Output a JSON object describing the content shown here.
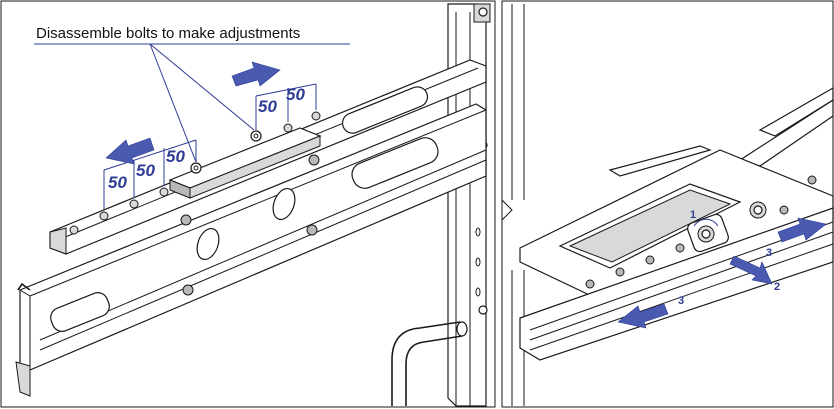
{
  "callout": {
    "text": "Disassemble bolts to make adjustments"
  },
  "dimensions": {
    "left_group": [
      "50",
      "50",
      "50"
    ],
    "right_group": [
      "50",
      "50"
    ]
  },
  "steps": {
    "rotate": "1",
    "pull": "2",
    "slide_right": "3",
    "slide_left": "3"
  },
  "colors": {
    "accent": "#2e3c94",
    "arrow": "#4a5ab0",
    "line": "#1a1a1a"
  }
}
